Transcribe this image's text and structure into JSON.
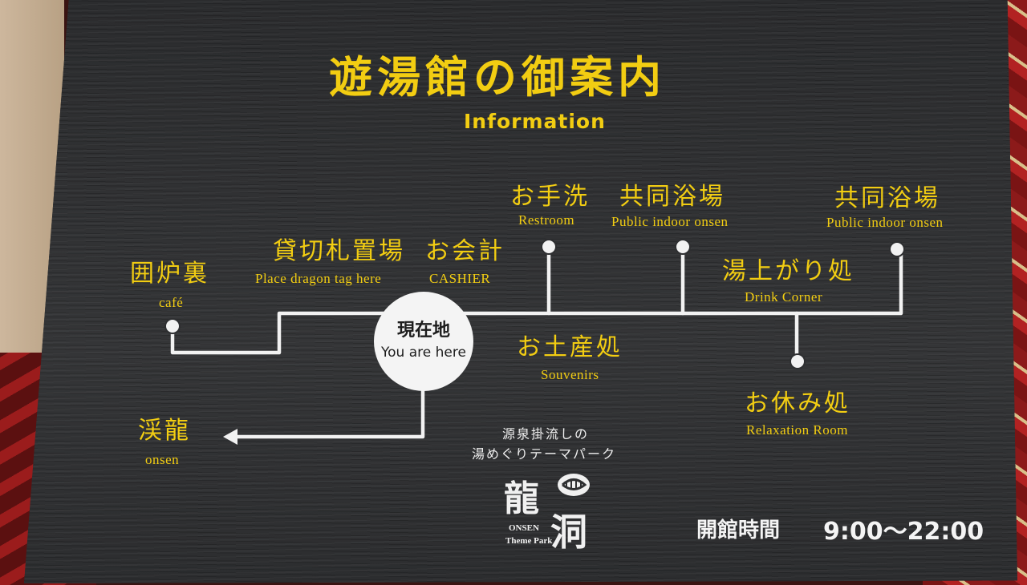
{
  "sign": {
    "title": "遊湯館の御案内",
    "subtitle": "Information"
  },
  "locations": {
    "irori": {
      "jp": "囲炉裏",
      "en": "café"
    },
    "kashikiri": {
      "jp": "貸切札置場",
      "en": "Place dragon tag here"
    },
    "cashier": {
      "jp": "お会計",
      "en": "CASHIER"
    },
    "restroom": {
      "jp": "お手洗",
      "en": "Restroom"
    },
    "public_onsen_1": {
      "jp": "共同浴場",
      "en": "Public indoor onsen"
    },
    "public_onsen_2": {
      "jp": "共同浴場",
      "en": "Public indoor onsen"
    },
    "drink": {
      "jp": "湯上がり処",
      "en": "Drink Corner"
    },
    "souvenirs": {
      "jp": "お土産処",
      "en": "Souvenirs"
    },
    "relaxation": {
      "jp": "お休み処",
      "en": "Relaxation Room"
    },
    "keiryu": {
      "jp": "渓龍",
      "en": "onsen"
    }
  },
  "you_are_here": {
    "jp": "現在地",
    "en": "You are here"
  },
  "brand": {
    "tagline_1": "源泉掛流しの",
    "tagline_2": "湯めぐりテーマパーク",
    "logo_top": "龍",
    "logo_bottom": "洞",
    "logo_en_1": "ONSEN",
    "logo_en_2": "Theme Park"
  },
  "hours": {
    "label": "開館時間",
    "value": "9:00〜22:00"
  },
  "colors": {
    "board": "#2e2f31",
    "text_yellow": "#f2cd12",
    "line_white": "#f2f2f2"
  }
}
